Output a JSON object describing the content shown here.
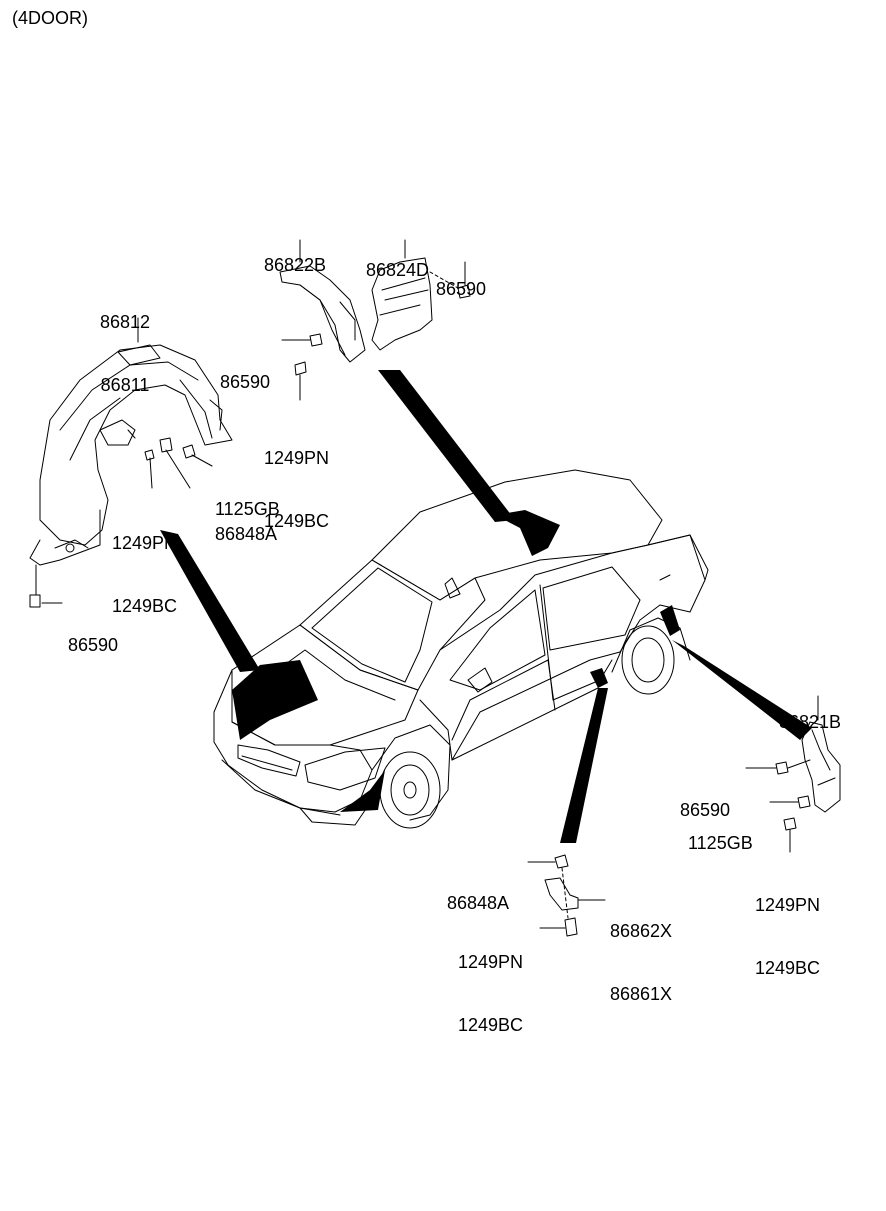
{
  "header": {
    "variant": "(4DOOR)"
  },
  "callouts": {
    "c1": [
      "86812",
      "86811"
    ],
    "c2": [
      "86822B"
    ],
    "c3": [
      "86824D"
    ],
    "c4": [
      "86590"
    ],
    "c5": [
      "86590"
    ],
    "c6": [
      "1249PN",
      "1249BC"
    ],
    "c7": [
      "1125GB"
    ],
    "c8": [
      "86848A"
    ],
    "c9": [
      "1249PN",
      "1249BC"
    ],
    "c10": [
      "86590"
    ],
    "c11": [
      "86821B"
    ],
    "c12": [
      "86590"
    ],
    "c13": [
      "1125GB"
    ],
    "c14": [
      "1249PN",
      "1249BC"
    ],
    "c15": [
      "86848A"
    ],
    "c16": [
      "86862X",
      "86861X"
    ],
    "c17": [
      "1249PN",
      "1249BC"
    ]
  }
}
